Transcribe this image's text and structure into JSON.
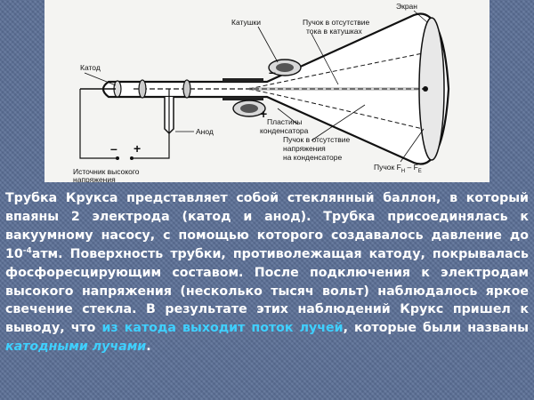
{
  "diagram": {
    "labels": {
      "screen": "Экран",
      "coils": "Катушки",
      "beam_no_current_1": "Пучок в отсутствие",
      "beam_no_current_2": "тока в катушках",
      "cathode": "Катод",
      "anode": "Анод",
      "plates_1": "Пластины",
      "plates_2": "конденсатора",
      "beam_no_voltage_1": "Пучок в отсутствие",
      "beam_no_voltage_2": "напряжения",
      "beam_no_voltage_3": "на конденсаторе",
      "beam_force": "Пучок F",
      "force_sub_h": "H",
      "force_minus": " – F",
      "force_sub_e": "E",
      "source_1": "Источник высокого",
      "source_2": "напряжения",
      "minus": "–",
      "plus": "+",
      "plate_minus": "–",
      "plate_plus": "+"
    }
  },
  "paragraph": {
    "part1": "Трубка Крукса представляет собой стеклянный баллон, в который впаяны 2 электрода (катод и анод). Трубка присоединялась к вакуумному насосу, с помощью которого создавалось давление до 10",
    "exponent": "-4",
    "part2": "атм. Поверхность трубки, противолежащая катоду, покрывалась фосфоресцирующим составом. После подключения к электродам высокого напряжения (несколько тысяч вольт) наблюдалось яркое свечение стекла. В результате этих наблюдений Крукс пришел к выводу, что ",
    "highlight1": "из катода выходит поток лучей",
    "part3": ", которые были названы ",
    "highlight2": "катодными лучами",
    "part4": "."
  }
}
